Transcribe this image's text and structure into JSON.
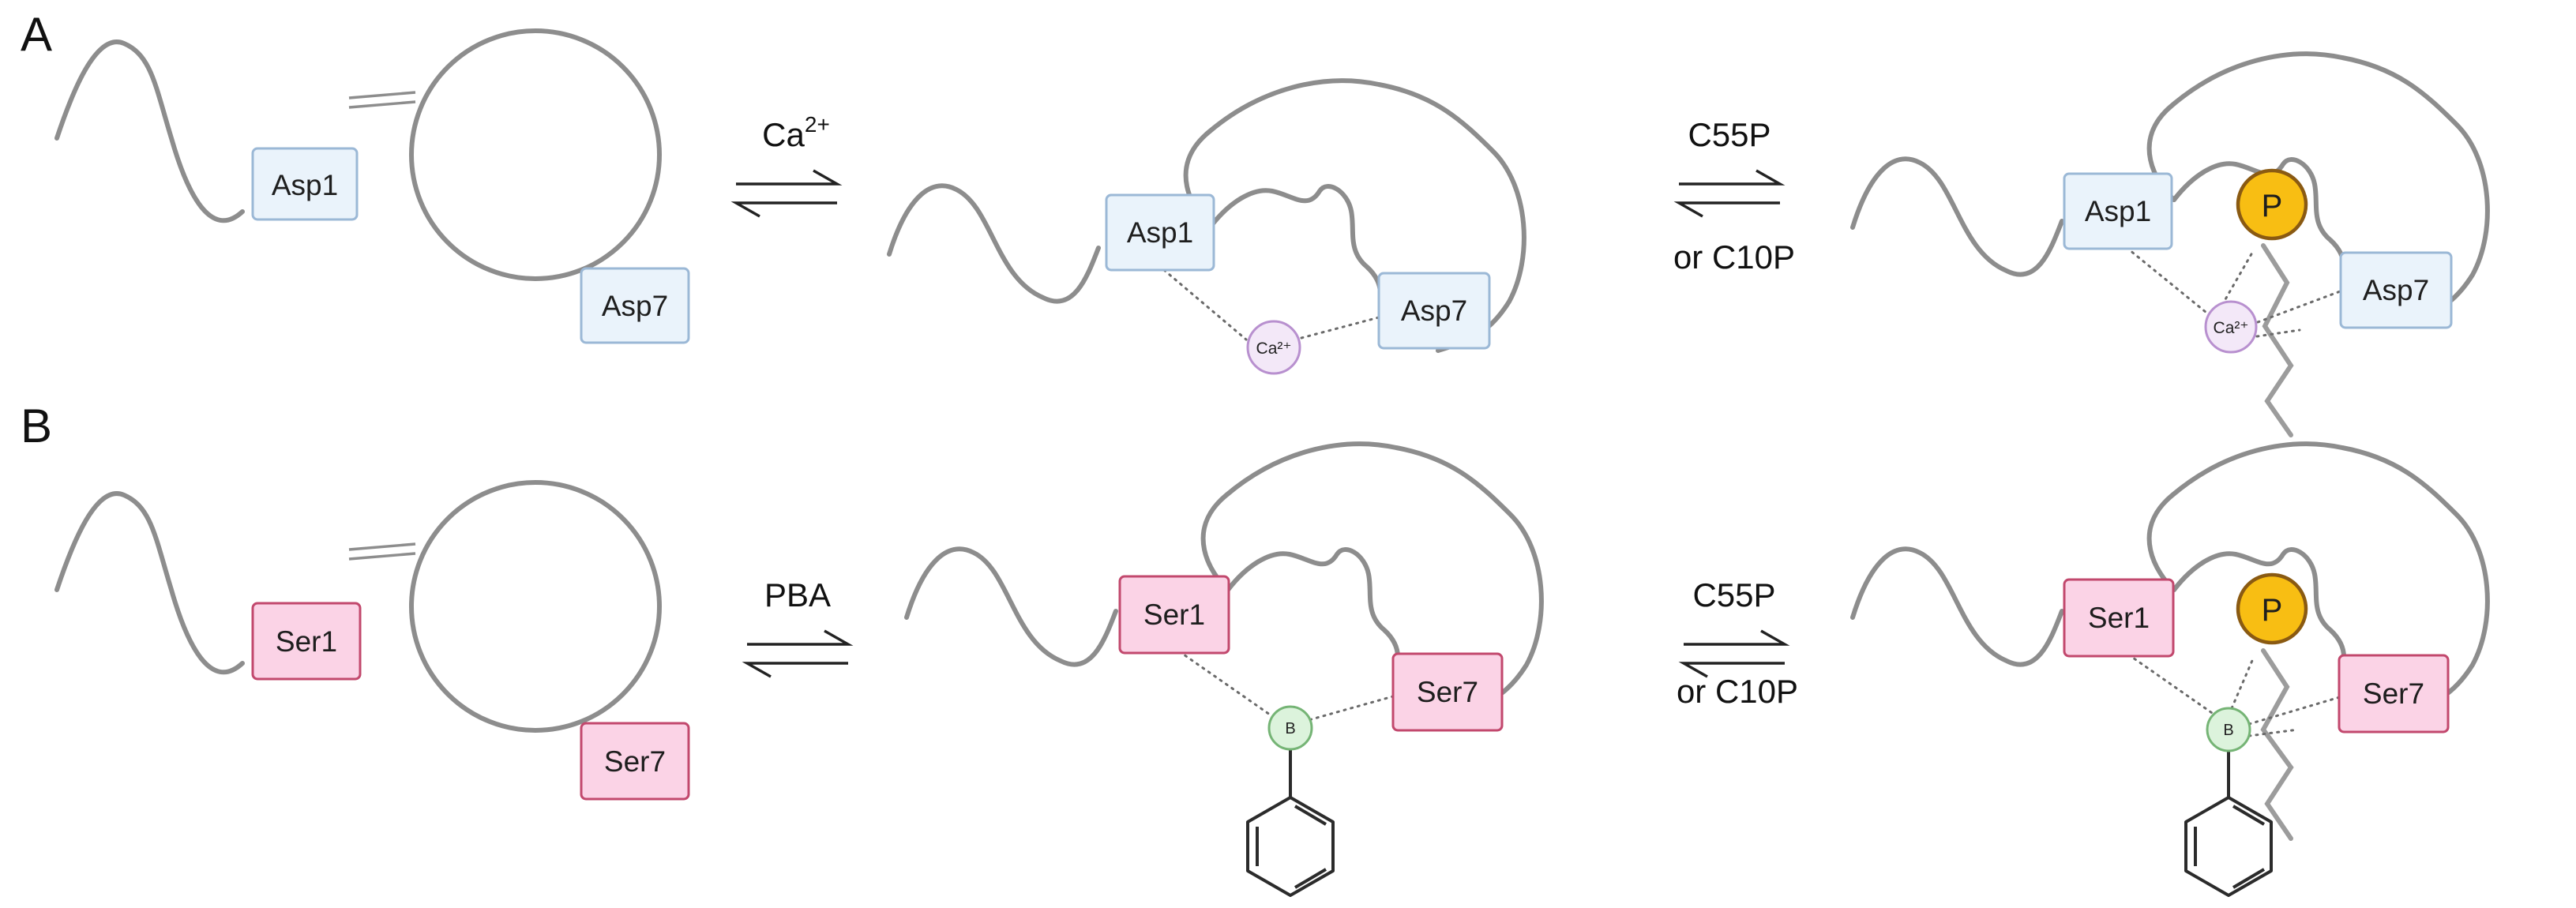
{
  "panels": [
    {
      "letter": "A",
      "open_state": {
        "residue_1": "Asp1",
        "residue_7": "Asp7"
      },
      "step_1": {
        "reagent_base": "Ca",
        "reagent_superscript": "2+"
      },
      "bound_state": {
        "residue_1": "Asp1",
        "residue_7": "Asp7",
        "ion_label": "Ca²⁺"
      },
      "step_2": {
        "line_1": "C55P",
        "line_2": "or C10P"
      },
      "complex_state": {
        "residue_1": "Asp1",
        "residue_7": "Asp7",
        "ion_label": "Ca²⁺",
        "phosphate_label": "P"
      }
    },
    {
      "letter": "B",
      "open_state": {
        "residue_1": "Ser1",
        "residue_7": "Ser7"
      },
      "step_1": {
        "reagent": "PBA"
      },
      "bound_state": {
        "residue_1": "Ser1",
        "residue_7": "Ser7",
        "boron_label": "B"
      },
      "step_2": {
        "line_1": "C55P",
        "line_2": "or C10P"
      },
      "complex_state": {
        "residue_1": "Ser1",
        "residue_7": "Ser7",
        "boron_label": "B",
        "phosphate_label": "P"
      }
    }
  ],
  "colors": {
    "asp_fill": "#eaf3fb",
    "asp_border": "#9bb8d6",
    "ser_fill": "#fbd3e6",
    "ser_border": "#c2486d",
    "calcium_fill": "#f3e8f8",
    "boron_fill": "#dcf3dc",
    "phosphate_fill": "#f8be13",
    "backbone": "#8d8d8d"
  },
  "icons": {
    "equilibrium": "equilibrium-arrows-icon",
    "phenyl": "benzene-ring-icon",
    "phosphate": "phosphate-head-icon",
    "lipid_tail": "lipid-tail-icon"
  }
}
